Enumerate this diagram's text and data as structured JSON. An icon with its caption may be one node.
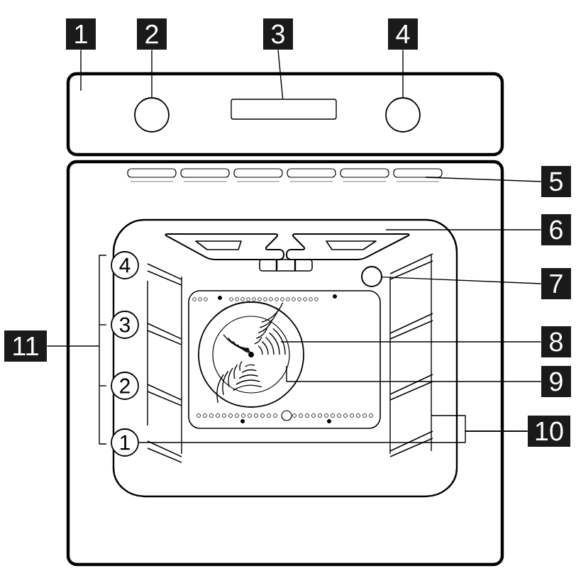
{
  "diagram": {
    "nodes": [
      {
        "text": [
          "1"
        ]
      },
      {
        "text": [
          "2"
        ]
      },
      {
        "text": [
          "3"
        ]
      },
      {
        "text": [
          "4"
        ]
      },
      {
        "text": [
          "5"
        ]
      },
      {
        "text": [
          "6"
        ]
      },
      {
        "text": [
          "7"
        ]
      },
      {
        "text": [
          "8"
        ]
      },
      {
        "text": [
          "9"
        ]
      },
      {
        "text": [
          "10"
        ]
      },
      {
        "text": [
          "11"
        ]
      },
      {
        "text": [
          "4"
        ]
      },
      {
        "text": [
          "3"
        ]
      },
      {
        "text": [
          "2"
        ]
      },
      {
        "text": [
          "1"
        ]
      },
      {
        "text": [],
        "shape": "circle"
      },
      {
        "text": [],
        "shape": "box"
      },
      {
        "text": [],
        "shape": "circle"
      },
      {
        "text": [],
        "shape": "circle"
      }
    ],
    "edges": [
      {
        "from": 0,
        "to": null,
        "arrow": "none"
      },
      {
        "from": 1,
        "to": 15,
        "arrow": "none"
      },
      {
        "from": 2,
        "to": 16,
        "arrow": "none"
      },
      {
        "from": 3,
        "to": 17,
        "arrow": "none"
      },
      {
        "from": 4,
        "to": null,
        "arrow": "none"
      },
      {
        "from": 5,
        "to": null,
        "arrow": "none"
      },
      {
        "from": 6,
        "to": 18,
        "arrow": "none"
      },
      {
        "from": 7,
        "to": null,
        "arrow": "none"
      },
      {
        "from": 8,
        "to": null,
        "arrow": "none"
      },
      {
        "from": 9,
        "to": null,
        "arrow": "none"
      },
      {
        "from": 9,
        "to": 14,
        "arrow": "none"
      },
      {
        "from": 10,
        "to": null,
        "arrow": "none"
      }
    ]
  }
}
